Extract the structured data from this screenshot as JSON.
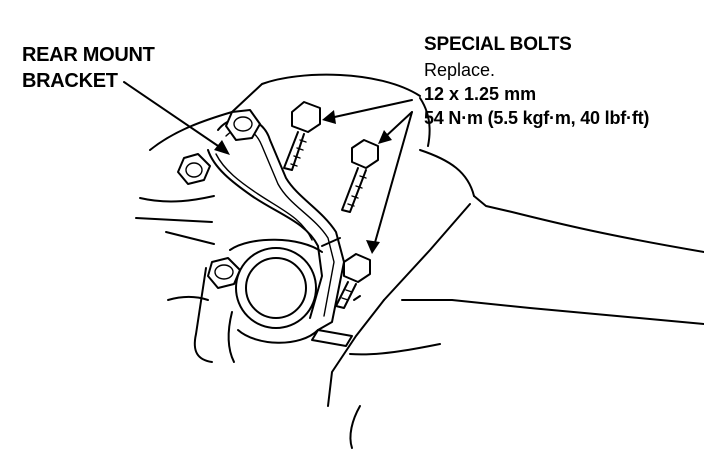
{
  "labels": {
    "rear_mount_line1": "REAR MOUNT",
    "rear_mount_line2": "BRACKET",
    "special_bolts_title": "SPECIAL BOLTS",
    "special_bolts_replace": "Replace.",
    "special_bolts_size": "12 x 1.25 mm",
    "special_bolts_torque": "54 N·m (5.5 kgf·m, 40 lbf·ft)"
  },
  "parts": {
    "special_bolt_count": 3,
    "mount_bolt_count": 3
  }
}
